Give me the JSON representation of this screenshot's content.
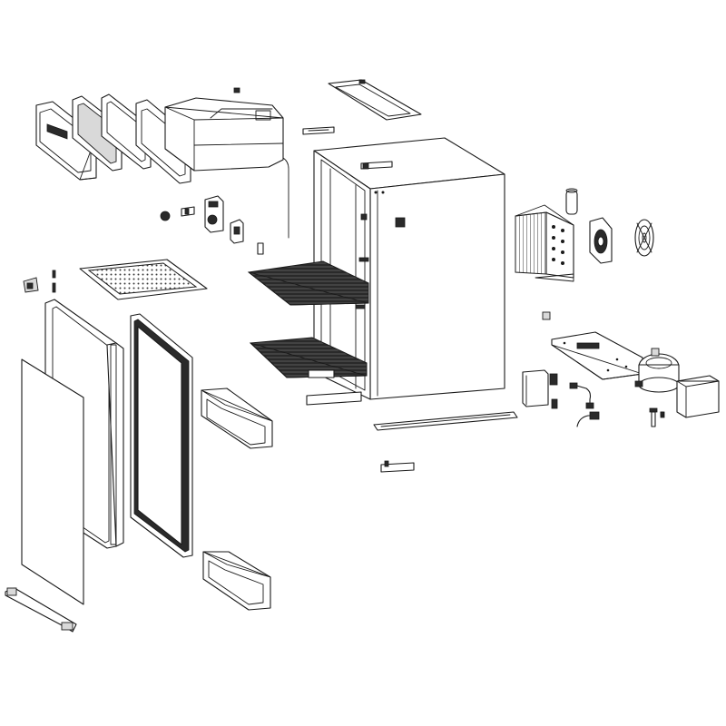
{
  "diagram": {
    "type": "exploded-parts-view",
    "colors": {
      "line": "#1a1a1a",
      "background": "#ffffff",
      "fill_dark": "#2a2a2a",
      "fill_light": "#d9d9d9"
    },
    "parts": [
      "control-panel-cover",
      "control-panel-frame",
      "control-panel-gasket",
      "control-panel-inner-frame",
      "evaporator-housing",
      "top-trim-strip",
      "small-bracket",
      "cabinet-body",
      "cabinet-handle-slot",
      "capacitor",
      "condenser",
      "condenser-fan",
      "fan-guard",
      "knob",
      "small-clip",
      "thermostat",
      "switch",
      "screw",
      "sensor-clip",
      "wire-shelf-upper",
      "wire-shelf-lower",
      "glass-shelf",
      "hinge-top",
      "door-pin",
      "door-panel",
      "door-gasket-frame",
      "door-outer-panel",
      "door-bin-upper",
      "door-bin-lower",
      "bottom-trim-door",
      "cabinet-base-rail",
      "cabinet-bottom-trim",
      "bottom-bracket",
      "compressor-baseplate",
      "compressor",
      "relay-box",
      "hinge-bottom",
      "pipe-fitting",
      "drain-tube",
      "foot",
      "small-grommet"
    ]
  }
}
